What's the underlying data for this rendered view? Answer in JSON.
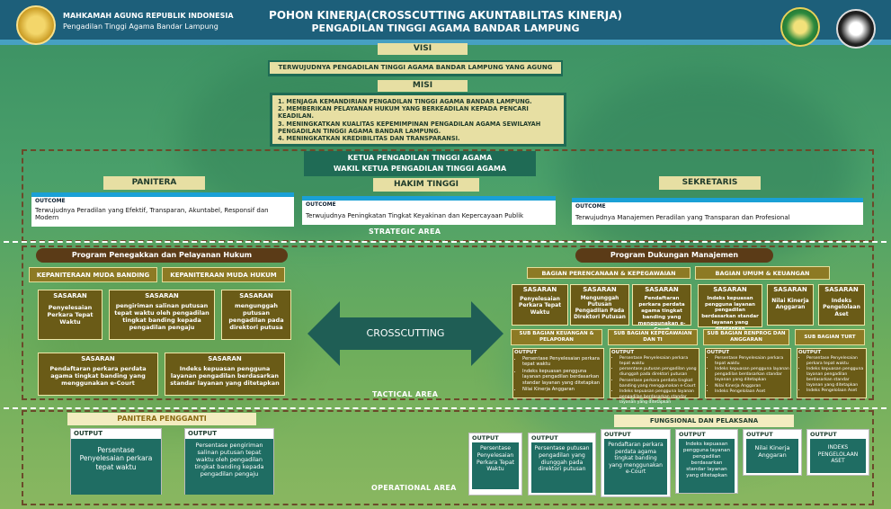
{
  "header": {
    "org_line1": "MAHKAMAH AGUNG REPUBLIK INDONESIA",
    "org_line2": "Pengadilan Tinggi Agama Bandar Lampung",
    "title_line1": "POHON KINERJA(CROSSCUTTING AKUNTABILITAS KINERJA)",
    "title_line2": "PENGADILAN TINGGI AGAMA  BANDAR LAMPUNG"
  },
  "visi": {
    "label": "VISI",
    "text": "TERWUJUDNYA PENGADILAN TINGGI AGAMA BANDAR LAMPUNG YANG AGUNG"
  },
  "misi": {
    "label": "MISI",
    "items": [
      "1. MENJAGA KEMANDIRIAN PENGADILAN TINGGI AGAMA BANDAR LAMPUNG.",
      "2. MEMBERIKAN PELAYANAN HUKUM YANG BERKEADILAN KEPADA PENCARI KEADILAN.",
      "3. MENINGKATKAN KUALITAS KEPEMIMPINAN PENGADILAN AGAMA SEWILAYAH PENGADILAN TINGGI AGAMA BANDAR LAMPUNG.",
      "4. MENINGKATKAN KREDIBILITAS DAN TRANSPARANSI."
    ]
  },
  "strategic": {
    "leader1": "KETUA PENGADILAN TINGGI AGAMA",
    "leader2": "WAKIL KETUA PENGADILAN TINGGI AGAMA",
    "panitera": "PANITERA",
    "hakim": "HAKIM TINGGI",
    "sekretaris": "SEKRETARIS",
    "outcome_label": "OUTCOME",
    "outcome_panitera": "Terwujudnya Peradilan yang Efektif, Transparan, Akuntabel, Responsif dan Modern",
    "outcome_hakim": "Terwujudnya Peningkatan Tingkat Keyakinan dan Kepercayaan Publik",
    "outcome_sekretaris": "Terwujudnya Manajemen Peradilan yang Transparan dan Profesional",
    "area": "STRATEGIC AREA"
  },
  "tactical": {
    "prog_left": "Program Penegakkan dan Pelayanan Hukum",
    "prog_right": "Program Dukungan Manajemen",
    "kep_banding": "KEPANITERAAN MUDA BANDING",
    "kep_hukum": "KEPANITERAAN MUDA HUKUM",
    "sasaran": "SASARAN",
    "sas_left": [
      "Penyelesaian Perkara Tepat Waktu",
      "pengiriman salinan putusan tepat waktu oleh pengadilan tingkat banding kepada pengadilan pengaju",
      "mengunggah putusan pengadilan pada direktori putusa",
      "Pendaftaran perkara perdata agama tingkat banding yang menggunakan e-Court",
      "Indeks kepuasan pengguna layanan pengadilan berdasarkan standar layanan yang ditetapkan"
    ],
    "crosscutting": "CROSSCUTTING",
    "bag_perencanaan": "BAGIAN PERENCANAAN & KEPEGAWAIAN",
    "bag_umum": "BAGIAN UMUM & KEUANGAN",
    "sas_right": [
      "Penyelesaian Perkara Tepat Waktu",
      "Mengunggah Putusan Pengadilan Pada Direktori Putusan",
      "Pendaftaran perkara perdata agama tingkat banding yang menggunakan e-Court",
      "Indeks kepuasan pengguna layanan pengadilan berdasarkan standar layanan yang ditetapkan",
      "Nilai Kinerja Anggaran",
      "Indeks Pengelolaan Aset"
    ],
    "sub": [
      "SUB BAGIAN KEUANGAN & PELAPORAN",
      "SUB BAGIAN KEPEGAWAIAN DAN TI",
      "SUB BAGIAN RENPROG DAN ANGGARAN",
      "SUB BAGIAN TURT"
    ],
    "output_label": "OUTPUT",
    "sub_outputs": [
      [
        "Persentase Penyelesaian perkara tepat waktu",
        "Indeks kepuasan pengguna layanan pengadilan berdasarkan standar layanan yang ditetapkan",
        "Nilai Kinerja Anggaran"
      ],
      [
        "Persentase Penyelesaian perkara tepat waktu",
        "persentase putusan pengadilan yang diunggah pada direktori putusan",
        "Persentase perkara perdata tingkat banding yang menggunakan e-Court",
        "Indeks kepuasan pengguna layanan pengadilan berdasarkan standar layanan yang ditetapkan"
      ],
      [
        "Persentase Penyelesaian perkara tepat waktu",
        "Indeks kepuasan pengguna layanan pengadilan berdasarkan standar layanan yang ditetapkan",
        "Nilai Kinerja Anggaran",
        "Indeks Pengelolaan Aset"
      ],
      [
        "Persentase Penyelesaian perkara tepat waktu",
        "Indeks kepuasan pengguna layanan pengadilan berdasarkan standar layanan yang ditetapkan",
        "Indeks Pengelolaan Aset"
      ]
    ],
    "area": "TACTICAL AREA"
  },
  "operational": {
    "panitera_pengganti": "PANITERA PENGGANTI",
    "fungsional": "FUNGSIONAL DAN PELAKSANA",
    "output_label": "OUTPUT",
    "out_left": [
      "Persentase Penyelesaian perkara tepat waktu",
      "Persentase pengiriman salinan putusan tepat waktu oleh pengadilan tingkat banding kepada pengadilan pengaju"
    ],
    "out_right": [
      "Persentase Penyelesaian Perkara Tepat Waktu",
      "Persentase putusan pengadilan yang diunggah pada direktori putusan",
      "Pendaftaran perkara perdata agama tingkat banding yang menggunakan e-Court",
      "Indeks kepuasan pengguna layanan pengadilan berdasarkan standar layanan yang ditetapkan",
      "Nilai Kinerja Anggaran",
      "INDEKS PENGELOLAAN ASET"
    ],
    "area": "OPERATIONAL AREA"
  }
}
